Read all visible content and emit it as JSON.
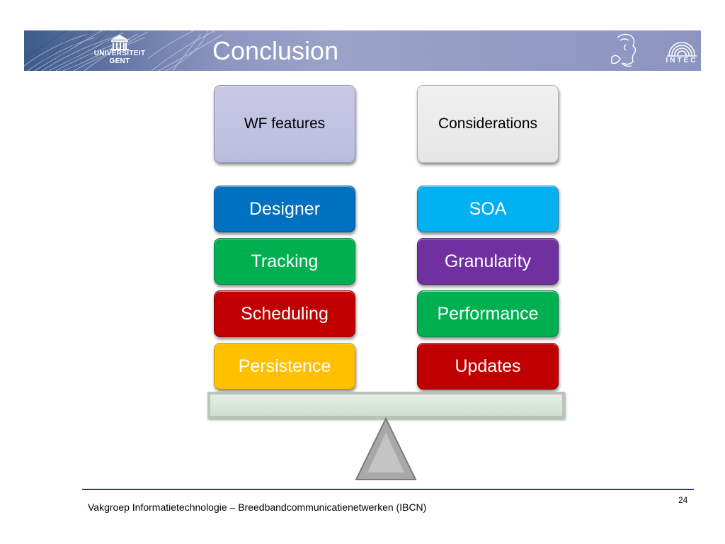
{
  "slide": {
    "title": "Conclusion",
    "header_color": "#8d97c1",
    "logo_university_line1": "UNIVERSITEIT",
    "logo_university_line2": "GENT",
    "logo_intec": "INTEC"
  },
  "left_header": "WF features",
  "right_header": "Considerations",
  "left_items": [
    {
      "label": "Designer",
      "color": "#0070c0"
    },
    {
      "label": "Tracking",
      "color": "#00b050"
    },
    {
      "label": "Scheduling",
      "color": "#c00000"
    },
    {
      "label": "Persistence",
      "color": "#ffc000"
    }
  ],
  "right_items": [
    {
      "label": "SOA",
      "color": "#00b0f0"
    },
    {
      "label": "Granularity",
      "color": "#7030a0"
    },
    {
      "label": "Performance",
      "color": "#00b050"
    },
    {
      "label": "Updates",
      "color": "#c00000"
    }
  ],
  "footer": {
    "text": "Vakgroep Informatietechnologie – Breedbandcommunicatienetwerken (IBCN)",
    "page_number": "24"
  }
}
